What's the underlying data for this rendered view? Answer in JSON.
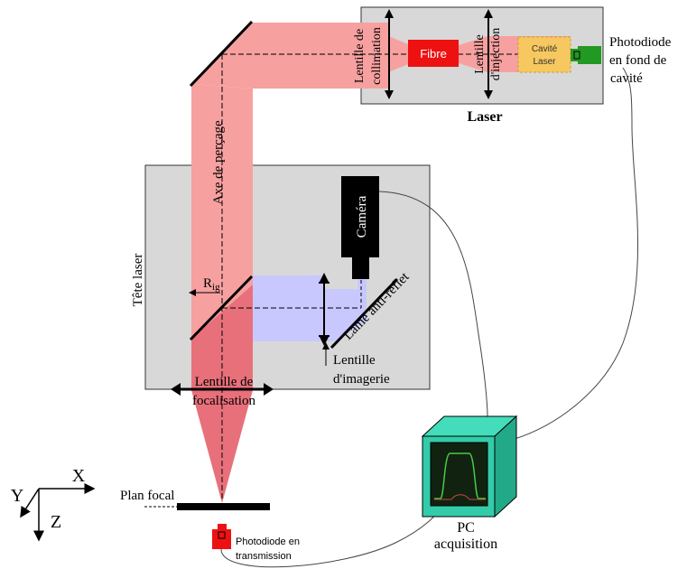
{
  "labels": {
    "fibre": "Fibre",
    "cavite_line1": "Cavité",
    "cavite_line2": "Laser",
    "photodiode_cavite_1": "Photodiode",
    "photodiode_cavite_2": "en fond de",
    "photodiode_cavite_3": "cavité",
    "laser": "Laser",
    "lentille_collimation_1": "Lentille de",
    "lentille_collimation_2": "collimation",
    "lentille_injection_1": "Lentille",
    "lentille_injection_2": "d'injection",
    "axe_percage": "Axe de perçage",
    "camera": "Caméra",
    "tete_laser": "Tête laser",
    "r_main": "R",
    "r_sub": "ig",
    "lame_anti_reflet": "Lame anti-reflet",
    "lentille_imagerie_1": "Lentille",
    "lentille_imagerie_2": "d'imagerie",
    "lentille_focalisation_1": "Lentille de",
    "lentille_focalisation_2": "focalisation",
    "plan_focal": "Plan focal",
    "pc_1": "PC",
    "pc_2": "acquisition",
    "photodiode_transmission_1": "Photodiode en",
    "photodiode_transmission_2": "transmission",
    "axis_x": "X",
    "axis_y": "Y",
    "axis_z": "Z"
  },
  "colors": {
    "beam": "#f7a0a0",
    "beam_dark": "#e8707a",
    "imaging_beam": "#c8c8ff",
    "box_fill": "#d8d8d8",
    "fibre": "#ee1111",
    "cavite": "#f8c860",
    "photodiode_green": "#229922",
    "photodiode_red": "#ee1111",
    "pc_front": "#33ccaa",
    "pc_side": "#22aa88",
    "pc_screen": "#112211"
  }
}
